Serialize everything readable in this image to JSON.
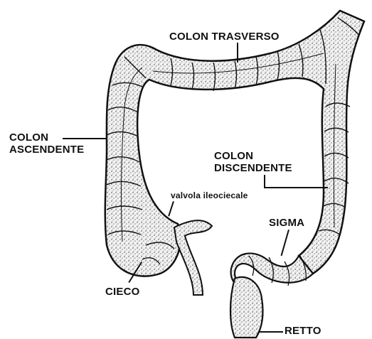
{
  "labels": {
    "transverse": "COLON TRASVERSO",
    "ascending_1": "COLON",
    "ascending_2": "ASCENDENTE",
    "descending_1": "COLON",
    "descending_2": "DISCENDENTE",
    "ileocecal_valve": "valvola ileociecale",
    "sigma": "SIGMA",
    "cecum": "CIECO",
    "rectum": "RETTO"
  }
}
